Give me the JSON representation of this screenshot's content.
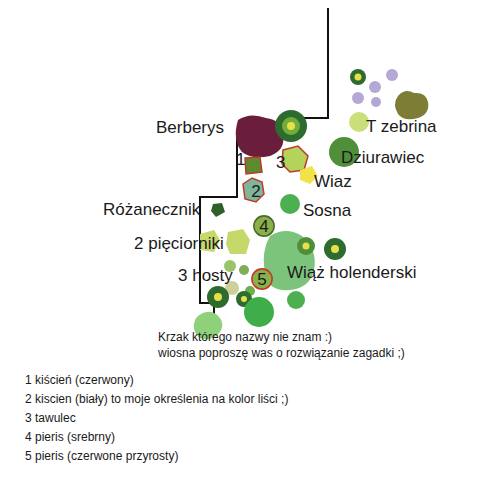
{
  "diagram": {
    "nodes": [
      {
        "text": [
          "2"
        ]
      },
      {
        "text": [
          "4"
        ]
      },
      {
        "text": [
          "5"
        ]
      }
    ],
    "labels": [
      "Berberys",
      "T zebrina",
      "1",
      "3",
      "Dziurawiec",
      "Wiaz",
      "Różanecznik",
      "Sosna",
      "2 pięciorniki",
      "3 hosty",
      "Wiąż holenderski",
      "Krzak którego nazwy nie znam :)",
      "wiosna poproszę was o rozwiązanie zagadki ;)",
      "1 kiścień (czerwony)",
      "2 kiscien (biały) to moje określenia na kolor liści ;)",
      "3 tawulec",
      "4 pieris (srebrny)",
      "5 pieris (czerwone przyrosty)"
    ]
  }
}
